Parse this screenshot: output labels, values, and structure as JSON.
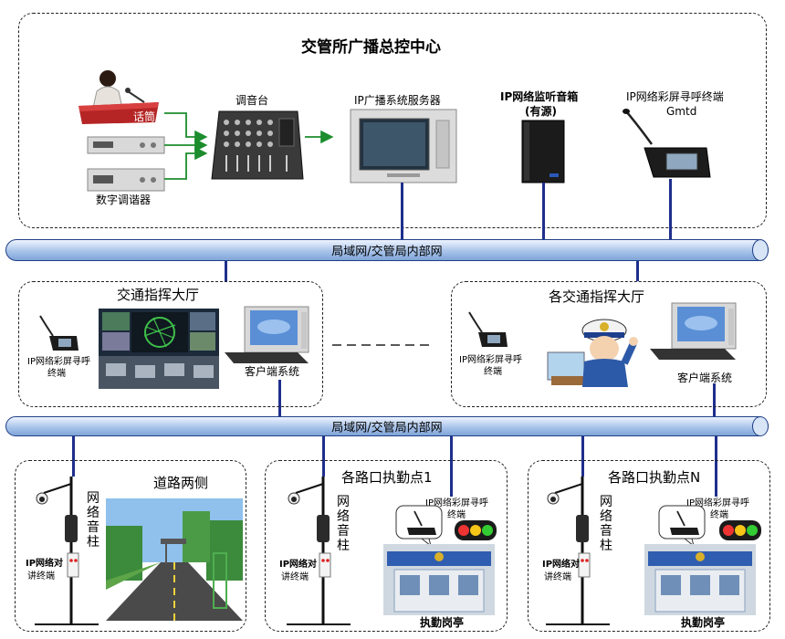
{
  "top": {
    "title": "交管所广播总控中心",
    "mic_label": "话筒",
    "tuner_label": "数字调谐器",
    "mixer_label": "调音台",
    "server_label": "IP广播系统服务器",
    "speaker_label_1": "IP网络监听音箱",
    "speaker_label_2": "(有源)",
    "paging_label_1": "IP网络彩屏寻呼终端",
    "paging_label_2": "Gmtd"
  },
  "network": {
    "upper_label": "局域网/交管局内部网",
    "lower_label": "局域网/交管局内部网"
  },
  "hall_left": {
    "title": "交通指挥大厅",
    "paging_label_1": "IP网络彩屏寻呼",
    "paging_label_2": "终端",
    "client_label": "客户端系统"
  },
  "hall_right": {
    "title": "各交通指挥大厅",
    "paging_label_1": "IP网络彩屏寻呼",
    "paging_label_2": "终端",
    "client_label": "客户端系统"
  },
  "road": {
    "title": "道路两侧",
    "pole_label": "网络音柱",
    "intercom_label_1": "IP网络对",
    "intercom_label_2": "讲终端"
  },
  "cross1": {
    "title": "各路口执勤点1",
    "pole_label": "网络音柱",
    "intercom_label_1": "IP网络对",
    "intercom_label_2": "讲终端",
    "paging_label_1": "IP网络彩屏寻呼",
    "paging_label_2": "终端",
    "booth_label": "执勤岗亭"
  },
  "crossN": {
    "title": "各路口执勤点N",
    "pole_label": "网络音柱",
    "intercom_label_1": "IP网络对",
    "intercom_label_2": "讲终端",
    "paging_label_1": "IP网络彩屏寻呼",
    "paging_label_2": "终端",
    "booth_label": "执勤岗亭"
  },
  "colors": {
    "wire": "#1e2f8c",
    "pipe_fill": "#a9c4ea",
    "arrow_green": "#1c8c2c"
  }
}
